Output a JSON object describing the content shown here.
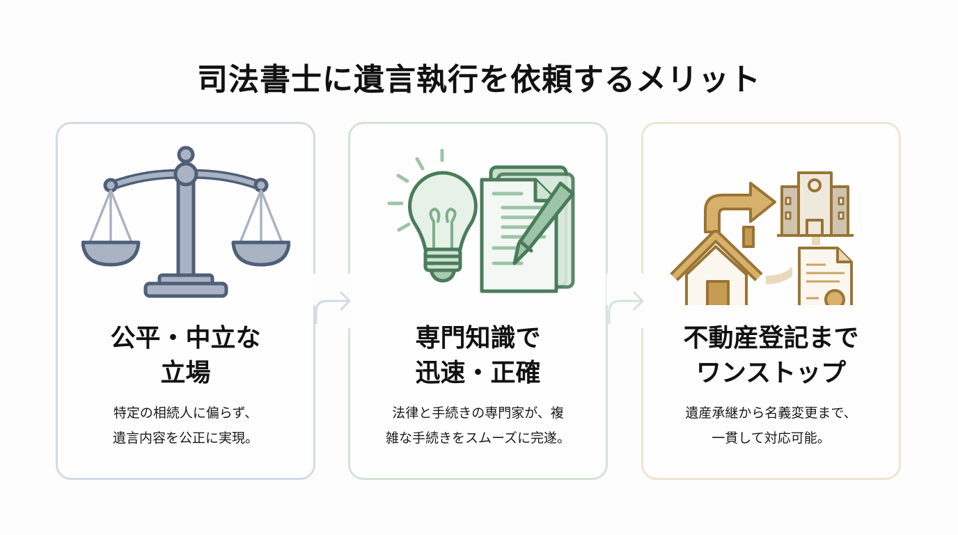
{
  "title": "司法書士に遺言執行を依頼するメリット",
  "colors": {
    "card1_border": "#d3dae6",
    "card2_border": "#d2e4d5",
    "card3_border": "#efe4cf",
    "icon1": "#4f5f78",
    "icon2": "#4a7c59",
    "icon3": "#9a7433"
  },
  "cards": [
    {
      "icon": "scales-of-justice-icon",
      "heading_line1": "公平・中立な",
      "heading_line2": "立場",
      "desc_line1": "特定の相続人に偏らず、",
      "desc_line2": "遺言内容を公正に実現。"
    },
    {
      "icon": "lightbulb-document-pen-icon",
      "heading_line1": "専門知識で",
      "heading_line2": "迅速・正確",
      "desc_line1": "法律と手続きの専門家が、複",
      "desc_line2": "雑な手続きをスムーズに完遂。"
    },
    {
      "icon": "house-to-registry-icon",
      "heading_line1": "不動産登記まで",
      "heading_line2": "ワンストップ",
      "desc_line1": "遺産承継から名義変更まで、",
      "desc_line2": "一貫して対応可能。"
    }
  ],
  "connectors": [
    {
      "icon": "curved-arrow-right-icon",
      "color": "#d3dae6"
    },
    {
      "icon": "curved-arrow-right-icon",
      "color": "#d2e4d5"
    }
  ]
}
